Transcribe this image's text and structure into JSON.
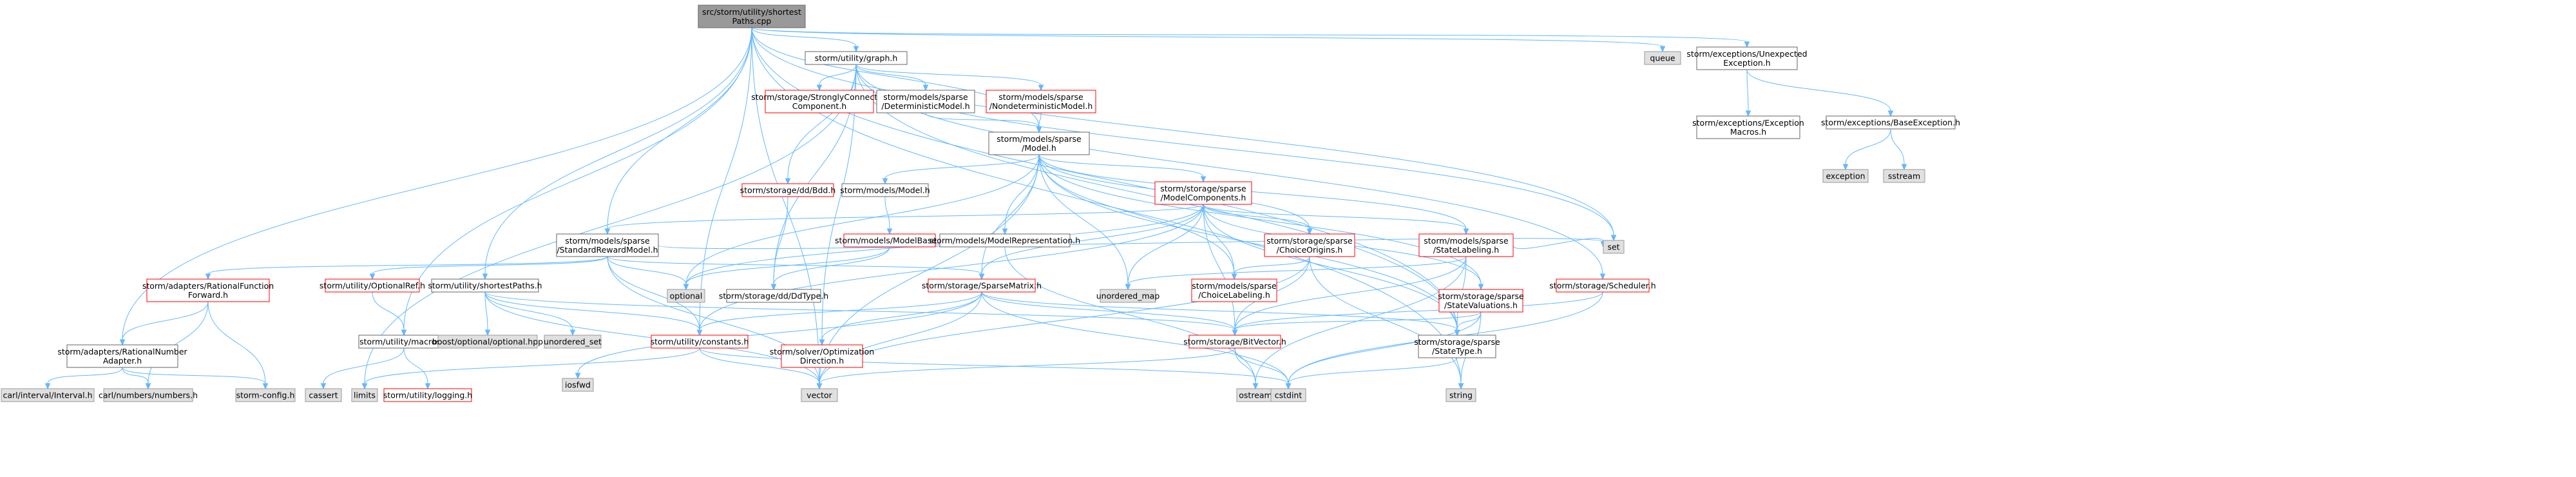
{
  "colors": {
    "root_fill": "#999999",
    "file_fill": "#ffffff",
    "file_border": "#666666",
    "missing_fill": "#e0e0e0",
    "missing_border": "#999999",
    "highlight_border": "#ff0000",
    "edge": "#63b8ff",
    "text": "#000000"
  },
  "nodes": [
    {
      "id": "root",
      "lines": [
        "src/storm/utility/shortest",
        "Paths.cpp"
      ],
      "style": "root"
    },
    {
      "id": "graph_h",
      "lines": [
        "storm/utility/graph.h"
      ],
      "style": "file"
    },
    {
      "id": "queue",
      "lines": [
        "queue"
      ],
      "style": "missing"
    },
    {
      "id": "unexpected",
      "lines": [
        "storm/exceptions/Unexpected",
        "Exception.h"
      ],
      "style": "file"
    },
    {
      "id": "exc_macros",
      "lines": [
        "storm/exceptions/Exception",
        "Macros.h"
      ],
      "style": "file"
    },
    {
      "id": "base_exc",
      "lines": [
        "storm/exceptions/BaseException.h"
      ],
      "style": "file"
    },
    {
      "id": "exception",
      "lines": [
        "exception"
      ],
      "style": "missing"
    },
    {
      "id": "sstream",
      "lines": [
        "sstream"
      ],
      "style": "missing"
    },
    {
      "id": "scc",
      "lines": [
        "storm/storage/StronglyConnected",
        "Component.h"
      ],
      "style": "red"
    },
    {
      "id": "det_model",
      "lines": [
        "storm/models/sparse",
        "/DeterministicModel.h"
      ],
      "style": "file"
    },
    {
      "id": "nondet_model",
      "lines": [
        "storm/models/sparse",
        "/NondeterministicModel.h"
      ],
      "style": "red"
    },
    {
      "id": "sparse_model",
      "lines": [
        "storm/models/sparse",
        "/Model.h"
      ],
      "style": "file"
    },
    {
      "id": "bdd",
      "lines": [
        "storm/storage/dd/Bdd.h"
      ],
      "style": "red"
    },
    {
      "id": "models_model",
      "lines": [
        "storm/models/Model.h"
      ],
      "style": "file"
    },
    {
      "id": "model_comp",
      "lines": [
        "storm/storage/sparse",
        "/ModelComponents.h"
      ],
      "style": "red"
    },
    {
      "id": "model_base",
      "lines": [
        "storm/models/ModelBase.h"
      ],
      "style": "red"
    },
    {
      "id": "model_repr",
      "lines": [
        "storm/models/ModelRepresentation.h"
      ],
      "style": "file"
    },
    {
      "id": "std_reward",
      "lines": [
        "storm/models/sparse",
        "/StandardRewardModel.h"
      ],
      "style": "file"
    },
    {
      "id": "choice_origins",
      "lines": [
        "storm/storage/sparse",
        "/ChoiceOrigins.h"
      ],
      "style": "red"
    },
    {
      "id": "state_labeling",
      "lines": [
        "storm/models/sparse",
        "/StateLabeling.h"
      ],
      "style": "red"
    },
    {
      "id": "scheduler",
      "lines": [
        "storm/storage/Scheduler.h"
      ],
      "style": "red"
    },
    {
      "id": "rat_func_fwd",
      "lines": [
        "storm/adapters/RationalFunction",
        "Forward.h"
      ],
      "style": "red"
    },
    {
      "id": "opt_ref",
      "lines": [
        "storm/utility/OptionalRef.h"
      ],
      "style": "red"
    },
    {
      "id": "shortest_h",
      "lines": [
        "storm/utility/shortestPaths.h"
      ],
      "style": "file"
    },
    {
      "id": "optional",
      "lines": [
        "optional"
      ],
      "style": "missing"
    },
    {
      "id": "ddtype",
      "lines": [
        "storm/storage/dd/DdType.h"
      ],
      "style": "file"
    },
    {
      "id": "sparse_matrix",
      "lines": [
        "storm/storage/SparseMatrix.h"
      ],
      "style": "red"
    },
    {
      "id": "unordered_map",
      "lines": [
        "unordered_map"
      ],
      "style": "missing"
    },
    {
      "id": "choice_labeling",
      "lines": [
        "storm/models/sparse",
        "/ChoiceLabeling.h"
      ],
      "style": "red"
    },
    {
      "id": "state_valuations",
      "lines": [
        "storm/storage/sparse",
        "/StateValuations.h"
      ],
      "style": "red"
    },
    {
      "id": "set",
      "lines": [
        "set"
      ],
      "style": "missing"
    },
    {
      "id": "rat_num_adapter",
      "lines": [
        "storm/adapters/RationalNumber",
        "Adapter.h"
      ],
      "style": "file"
    },
    {
      "id": "macros",
      "lines": [
        "storm/utility/macros.h"
      ],
      "style": "file"
    },
    {
      "id": "boost_opt",
      "lines": [
        "boost/optional/optional.hpp"
      ],
      "style": "missing"
    },
    {
      "id": "unordered_set",
      "lines": [
        "unordered_set"
      ],
      "style": "missing"
    },
    {
      "id": "constants",
      "lines": [
        "storm/utility/constants.h"
      ],
      "style": "red"
    },
    {
      "id": "opt_dir",
      "lines": [
        "storm/solver/Optimization",
        "Direction.h"
      ],
      "style": "red"
    },
    {
      "id": "bitvector",
      "lines": [
        "storm/storage/BitVector.h"
      ],
      "style": "red"
    },
    {
      "id": "state_type",
      "lines": [
        "storm/storage/sparse",
        "/StateType.h"
      ],
      "style": "file"
    },
    {
      "id": "carl_interval",
      "lines": [
        "carl/interval/Interval.h"
      ],
      "style": "missing"
    },
    {
      "id": "carl_numbers",
      "lines": [
        "carl/numbers/numbers.h"
      ],
      "style": "missing"
    },
    {
      "id": "storm_config",
      "lines": [
        "storm-config.h"
      ],
      "style": "missing"
    },
    {
      "id": "cassert",
      "lines": [
        "cassert"
      ],
      "style": "missing"
    },
    {
      "id": "limits",
      "lines": [
        "limits"
      ],
      "style": "missing"
    },
    {
      "id": "logging",
      "lines": [
        "storm/utility/logging.h"
      ],
      "style": "red"
    },
    {
      "id": "iosfwd",
      "lines": [
        "iosfwd"
      ],
      "style": "missing"
    },
    {
      "id": "vector",
      "lines": [
        "vector"
      ],
      "style": "missing"
    },
    {
      "id": "ostream",
      "lines": [
        "ostream"
      ],
      "style": "missing"
    },
    {
      "id": "cstdint",
      "lines": [
        "cstdint"
      ],
      "style": "missing"
    },
    {
      "id": "string",
      "lines": [
        "string"
      ],
      "style": "missing"
    }
  ],
  "edges": [
    [
      "root",
      "graph_h"
    ],
    [
      "root",
      "queue"
    ],
    [
      "root",
      "unexpected"
    ],
    [
      "root",
      "sparse_model"
    ],
    [
      "root",
      "std_reward"
    ],
    [
      "root",
      "shortest_h"
    ],
    [
      "root",
      "rat_num_adapter"
    ],
    [
      "root",
      "macros"
    ],
    [
      "root",
      "vector"
    ],
    [
      "root",
      "set"
    ],
    [
      "root",
      "string"
    ],
    [
      "root",
      "state_type"
    ],
    [
      "root",
      "constants"
    ],
    [
      "unexpected",
      "exc_macros"
    ],
    [
      "unexpected",
      "base_exc"
    ],
    [
      "base_exc",
      "exception"
    ],
    [
      "base_exc",
      "sstream"
    ],
    [
      "graph_h",
      "scc"
    ],
    [
      "graph_h",
      "det_model"
    ],
    [
      "graph_h",
      "nondet_model"
    ],
    [
      "graph_h",
      "bdd"
    ],
    [
      "graph_h",
      "scheduler"
    ],
    [
      "graph_h",
      "set"
    ],
    [
      "graph_h",
      "limits"
    ],
    [
      "graph_h",
      "ddtype"
    ],
    [
      "graph_h",
      "opt_dir"
    ],
    [
      "graph_h",
      "state_type"
    ],
    [
      "det_model",
      "sparse_model"
    ],
    [
      "nondet_model",
      "sparse_model"
    ],
    [
      "sparse_model",
      "models_model"
    ],
    [
      "sparse_model",
      "model_comp"
    ],
    [
      "sparse_model",
      "model_repr"
    ],
    [
      "sparse_model",
      "optional"
    ],
    [
      "sparse_model",
      "sparse_matrix"
    ],
    [
      "sparse_model",
      "unordered_map"
    ],
    [
      "sparse_model",
      "choice_labeling"
    ],
    [
      "sparse_model",
      "state_labeling"
    ],
    [
      "sparse_model",
      "choice_origins"
    ],
    [
      "sparse_model",
      "state_valuations"
    ],
    [
      "sparse_model",
      "vector"
    ],
    [
      "sparse_model",
      "state_type"
    ],
    [
      "bdd",
      "ddtype"
    ],
    [
      "models_model",
      "model_base"
    ],
    [
      "model_base",
      "ddtype"
    ],
    [
      "model_base",
      "optional"
    ],
    [
      "model_repr",
      "ostream"
    ],
    [
      "model_comp",
      "std_reward"
    ],
    [
      "model_comp",
      "sparse_matrix"
    ],
    [
      "model_comp",
      "choice_origins"
    ],
    [
      "model_comp",
      "state_labeling"
    ],
    [
      "model_comp",
      "state_valuations"
    ],
    [
      "model_comp",
      "choice_labeling"
    ],
    [
      "model_comp",
      "unordered_map"
    ],
    [
      "model_comp",
      "bitvector"
    ],
    [
      "model_comp",
      "state_type"
    ],
    [
      "model_comp",
      "constants"
    ],
    [
      "model_comp",
      "optional"
    ],
    [
      "std_reward",
      "rat_func_fwd"
    ],
    [
      "std_reward",
      "opt_ref"
    ],
    [
      "std_reward",
      "optional"
    ],
    [
      "std_reward",
      "set"
    ],
    [
      "std_reward",
      "vector"
    ],
    [
      "std_reward",
      "sparse_matrix"
    ],
    [
      "std_reward",
      "constants"
    ],
    [
      "choice_origins",
      "choice_labeling"
    ],
    [
      "choice_origins",
      "bitvector"
    ],
    [
      "choice_origins",
      "string"
    ],
    [
      "choice_origins",
      "vector"
    ],
    [
      "state_labeling",
      "set"
    ],
    [
      "state_labeling",
      "unordered_map"
    ],
    [
      "state_labeling",
      "bitvector"
    ],
    [
      "state_labeling",
      "state_type"
    ],
    [
      "state_labeling",
      "ostream"
    ],
    [
      "state_valuations",
      "bitvector"
    ],
    [
      "state_valuations",
      "state_type"
    ],
    [
      "state_valuations",
      "string"
    ],
    [
      "state_valuations",
      "cstdint"
    ],
    [
      "scheduler",
      "bitvector"
    ],
    [
      "scheduler",
      "cstdint"
    ],
    [
      "rat_func_fwd",
      "rat_num_adapter"
    ],
    [
      "rat_func_fwd",
      "carl_numbers"
    ],
    [
      "rat_func_fwd",
      "storm_config"
    ],
    [
      "opt_ref",
      "macros"
    ],
    [
      "shortest_h",
      "boost_opt"
    ],
    [
      "shortest_h",
      "unordered_set"
    ],
    [
      "shortest_h",
      "vector"
    ],
    [
      "shortest_h",
      "bitvector"
    ],
    [
      "shortest_h",
      "constants"
    ],
    [
      "sparse_matrix",
      "constants"
    ],
    [
      "sparse_matrix",
      "opt_dir"
    ],
    [
      "sparse_matrix",
      "bitvector"
    ],
    [
      "sparse_matrix",
      "state_type"
    ],
    [
      "sparse_matrix",
      "vector"
    ],
    [
      "sparse_matrix",
      "iosfwd"
    ],
    [
      "sparse_matrix",
      "cstdint"
    ],
    [
      "rat_num_adapter",
      "carl_interval"
    ],
    [
      "rat_num_adapter",
      "carl_numbers"
    ],
    [
      "rat_num_adapter",
      "storm_config"
    ],
    [
      "macros",
      "cassert"
    ],
    [
      "macros",
      "logging"
    ],
    [
      "constants",
      "vector"
    ],
    [
      "constants",
      "limits"
    ],
    [
      "constants",
      "cstdint"
    ],
    [
      "bitvector",
      "vector"
    ],
    [
      "bitvector",
      "ostream"
    ],
    [
      "bitvector",
      "cstdint"
    ],
    [
      "state_type",
      "cstdint"
    ]
  ]
}
